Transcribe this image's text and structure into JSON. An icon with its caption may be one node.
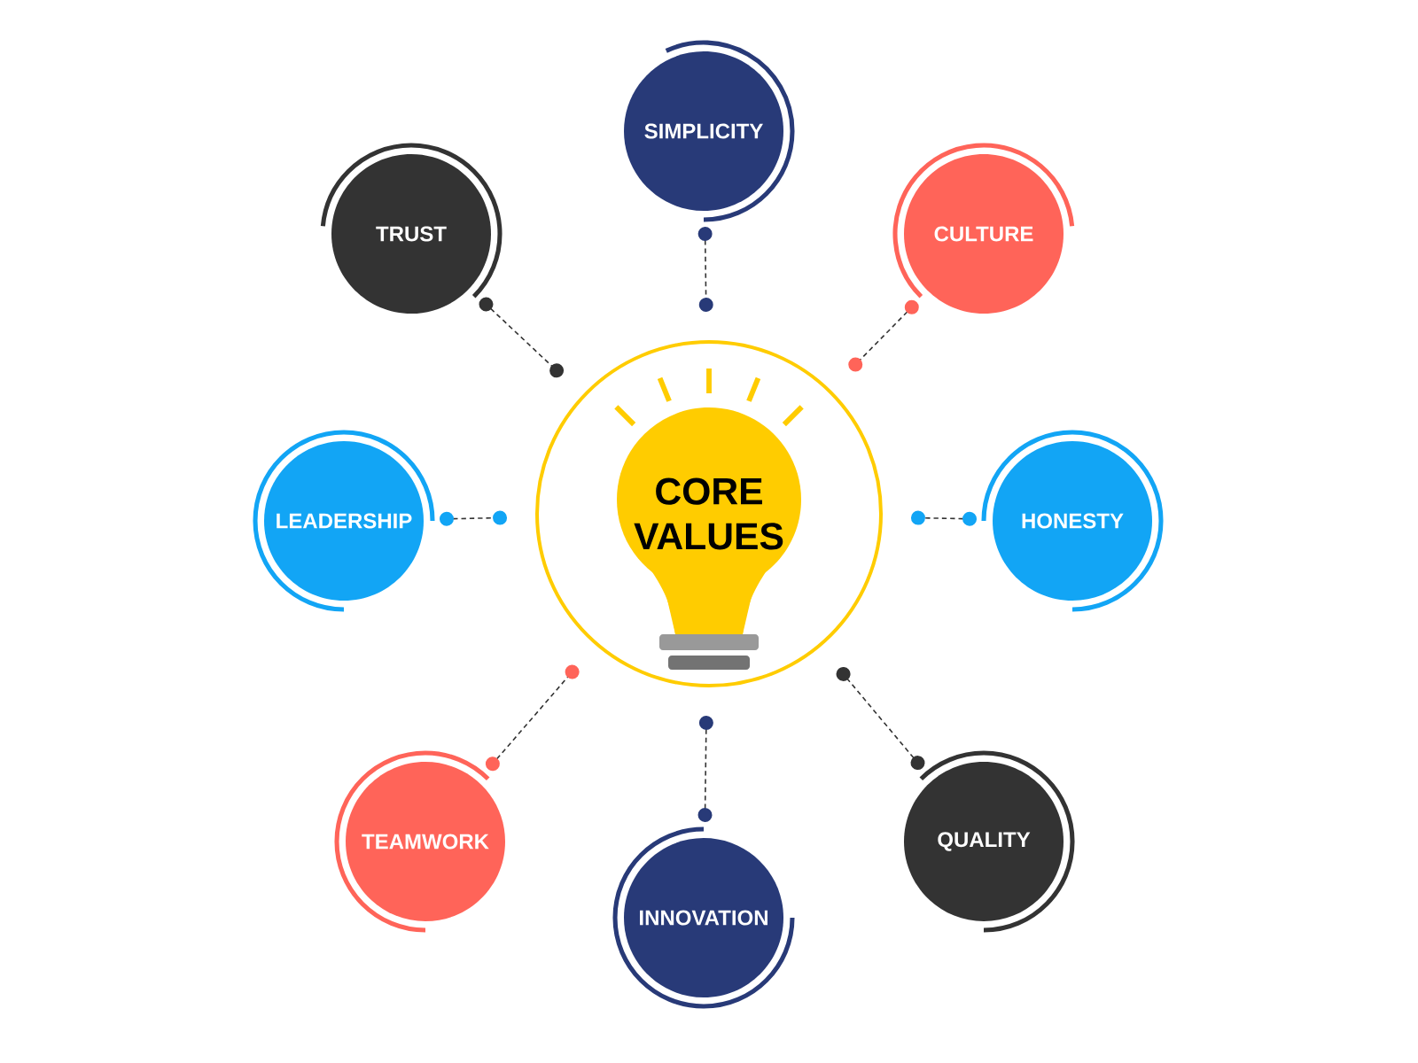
{
  "diagram": {
    "nodes": [
      {
        "text": [
          "CORE VALUES"
        ]
      },
      {
        "text": [
          "SIMPLICITY"
        ]
      },
      {
        "text": [
          "TRUST"
        ]
      },
      {
        "text": [
          "CULTURE"
        ]
      },
      {
        "text": [
          "LEADERSHIP"
        ]
      },
      {
        "text": [
          "HONESTY"
        ]
      },
      {
        "text": [
          "TEAMWORK"
        ]
      },
      {
        "text": [
          "QUALITY"
        ]
      },
      {
        "text": [
          "INNOVATION"
        ]
      }
    ],
    "edges": [
      {
        "from": 1,
        "to": 0,
        "arrow": "other",
        "style": "dashed"
      },
      {
        "from": 2,
        "to": 0,
        "arrow": "other",
        "style": "dashed"
      },
      {
        "from": 3,
        "to": 0,
        "arrow": "other",
        "style": "dashed"
      },
      {
        "from": 4,
        "to": 0,
        "arrow": "other",
        "style": "dashed"
      },
      {
        "from": 5,
        "to": 0,
        "arrow": "other",
        "style": "dashed"
      },
      {
        "from": 6,
        "to": 0,
        "arrow": "other",
        "style": "dashed"
      },
      {
        "from": 7,
        "to": 0,
        "arrow": "other",
        "style": "dashed"
      },
      {
        "from": 8,
        "to": 0,
        "arrow": "other",
        "style": "dashed"
      }
    ]
  }
}
